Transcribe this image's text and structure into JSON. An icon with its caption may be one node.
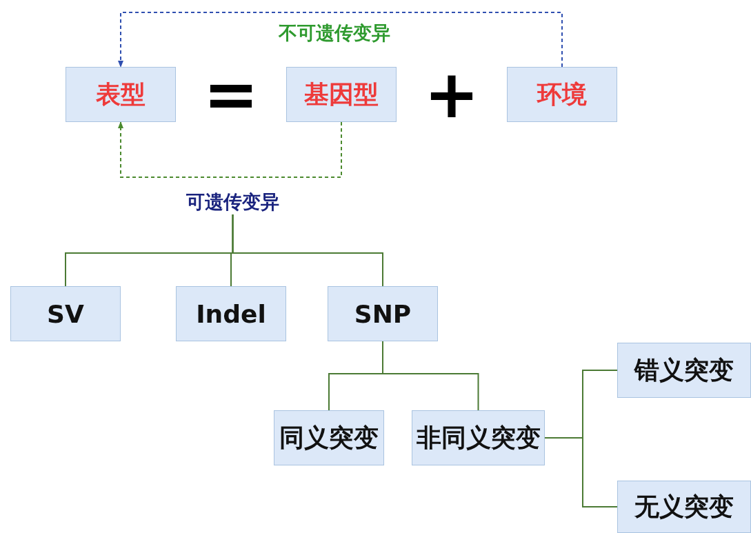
{
  "diagram": {
    "nodes": [
      {
        "text": [
          "表型"
        ]
      },
      {
        "text": [
          "基因型"
        ]
      },
      {
        "text": [
          "环境"
        ]
      },
      {
        "text": [
          "可遗传变异"
        ]
      },
      {
        "text": [
          "SV"
        ]
      },
      {
        "text": [
          "Indel"
        ]
      },
      {
        "text": [
          "SNP"
        ]
      },
      {
        "text": [
          "同义突变"
        ]
      },
      {
        "text": [
          "非同义突变"
        ]
      },
      {
        "text": [
          "错义突变"
        ]
      },
      {
        "text": [
          "无义突变"
        ]
      }
    ],
    "edges": [
      {
        "from": 2,
        "to": 0,
        "arrow": "to",
        "style": "dashed",
        "color": "#2f4fb0",
        "label": "不可遗传变异"
      },
      {
        "from": 1,
        "to": 0,
        "arrow": "to",
        "style": "dashed",
        "color": "#4b8a2e"
      },
      {
        "from": 3,
        "to": 4,
        "arrow": "none"
      },
      {
        "from": 3,
        "to": 5,
        "arrow": "none"
      },
      {
        "from": 3,
        "to": 6,
        "arrow": "none"
      },
      {
        "from": 6,
        "to": 7,
        "arrow": "none"
      },
      {
        "from": 6,
        "to": 8,
        "arrow": "none"
      },
      {
        "from": 8,
        "to": 9,
        "arrow": "none"
      },
      {
        "from": 8,
        "to": 10,
        "arrow": "none"
      }
    ],
    "labels": [
      "=",
      "+"
    ]
  }
}
